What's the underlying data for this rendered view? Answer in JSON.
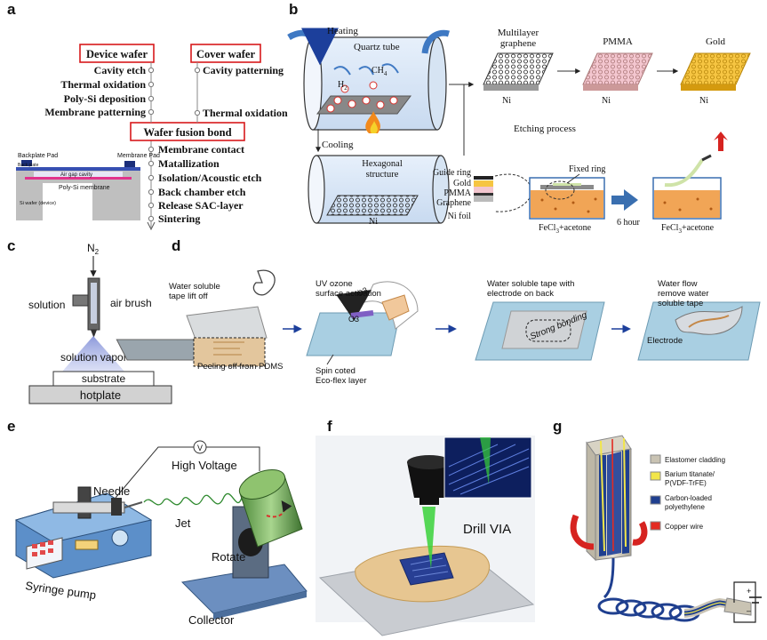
{
  "panels": {
    "a": {
      "letter": "a",
      "device_wafer": "Device wafer",
      "cover_wafer": "Cover wafer",
      "device_steps": [
        "Cavity etch",
        "Thermal oxidation",
        "Poly-Si deposition",
        "Membrane patterning"
      ],
      "cover_steps": [
        "Cavity patterning",
        "Thermal oxidation"
      ],
      "fusion": "Wafer fusion bond",
      "after_steps": [
        "Membrane contact",
        "Matallization",
        "Isolation/Acoustic etch",
        "Back chamber etch",
        "Release SAC-layer",
        "Sintering"
      ],
      "inset": {
        "backplate_pad": "Backplate Pad",
        "membrane_pad": "Membrane Pad",
        "back_plate": "Back plate",
        "air_gap": "Air gap cavity",
        "si_wafer": "Si wafer (device)",
        "membrane": "Poly-Si membrane"
      }
    },
    "b": {
      "letter": "b",
      "heating": "Heating",
      "quartz": "Quartz tube",
      "h2": "H",
      "h2_sub": "2",
      "ch4": "CH",
      "ch4_sub": "4",
      "cooling": "Cooling",
      "hexagonal": "Hexagonal structure",
      "ni": "Ni",
      "multilayer": "Multilayer graphene",
      "pmma": "PMMA",
      "gold": "Gold",
      "etching": "Etching process",
      "guide_ring": "Guide ring",
      "layer_gold": "Gold",
      "layer_pmma": "PMMA",
      "layer_graphene": "Graphene",
      "ni_foil": "Ni foil",
      "fixed_ring": "Fixed ring",
      "fecl": "FeCl",
      "fecl_sub": "3",
      "fecl_rest": "+acetone",
      "hours": "6 hour"
    },
    "c": {
      "letter": "c",
      "n2": "N",
      "n2_sub": "2",
      "solution": "solution",
      "air_brush": "air brush",
      "vapor": "solution vapor",
      "substrate": "substrate",
      "hotplate": "hotplate"
    },
    "d": {
      "letter": "d",
      "tape_lift": [
        "Water soluble",
        "tape lift off"
      ],
      "peeling": "Peeling off from PDMS",
      "uv": [
        "UV ozone",
        "surface activation"
      ],
      "o3": "O3",
      "spin": [
        "Spin coted",
        "Eco-flex layer"
      ],
      "tape_back": [
        "Water soluble tape with",
        "electrode on back"
      ],
      "strong": "Strong bonding",
      "water_flow": [
        "Water flow",
        "remove water",
        "soluble tape"
      ],
      "electrode": "Electrode"
    },
    "e": {
      "letter": "e",
      "needle": "Needle",
      "high_voltage": "High Voltage",
      "v": "V",
      "jet": "Jet",
      "rotate": "Rotate",
      "syringe": "Syringe pump",
      "collector": "Collector"
    },
    "f": {
      "letter": "f",
      "drill": "Drill VIA"
    },
    "g": {
      "letter": "g",
      "legend": [
        {
          "label": [
            "Elastomer cladding"
          ],
          "color": "#c9c3b3"
        },
        {
          "label": [
            "Barium titanate/",
            "P(VDF-TrFE)"
          ],
          "color": "#f2e64a"
        },
        {
          "label": [
            "Carbon-loaded",
            "polyethylene"
          ],
          "color": "#1f3f8f"
        },
        {
          "label": [
            "Copper wire"
          ],
          "color": "#e32b22"
        }
      ],
      "plus": "+",
      "minus": "–"
    }
  }
}
